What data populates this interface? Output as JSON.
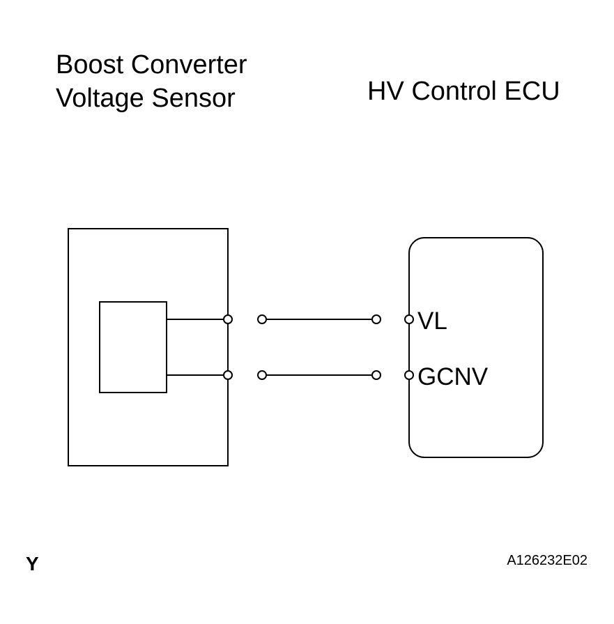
{
  "sensor": {
    "title_line1": "Boost Converter",
    "title_line2": "Voltage Sensor"
  },
  "ecu": {
    "title": "HV Control ECU",
    "pins": [
      "VL",
      "GCNV"
    ]
  },
  "footer": {
    "left_mark": "Y",
    "figure_code": "A126232E02"
  },
  "colors": {
    "line": "#000000",
    "background": "#ffffff"
  }
}
